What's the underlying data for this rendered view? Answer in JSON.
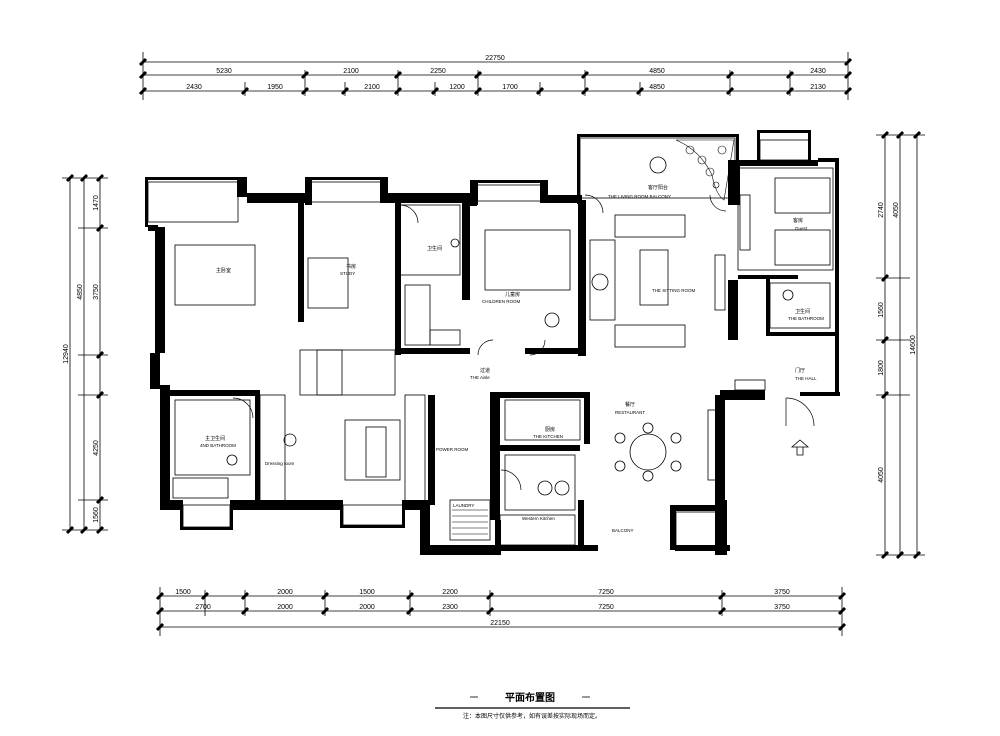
{
  "dimensions": {
    "top_total": "22750",
    "top_row1": [
      "5230",
      "2100",
      "2250",
      "4850",
      "2430"
    ],
    "top_row2": [
      "2430",
      "1950",
      "2100",
      "1200",
      "1700",
      "4850",
      "2130"
    ],
    "bottom_row1": [
      "1500",
      "2000",
      "1500",
      "2200",
      "7250",
      "3750"
    ],
    "bottom_row2": [
      "2700",
      "2000",
      "2000",
      "2300",
      "7250",
      "3750"
    ],
    "bottom_total": "22150",
    "left_total": "12940",
    "left_parts": [
      "1470",
      "3750",
      "4850",
      "4250",
      "1560"
    ],
    "right_total": "14600",
    "right_parts": [
      "2740",
      "4050",
      "1560",
      "1800",
      "4050"
    ]
  },
  "rooms": {
    "master_bedroom": "主卧室",
    "study": "书房",
    "study_en": "STUDY",
    "children_room": "CHILDREN ROOM",
    "children_room_cn": "儿童房",
    "bathroom1": "卫生间",
    "living_balcony": "THE LIVING ROOM BALCONY",
    "living_balcony_cn": "客厅阳台",
    "sitting_room": "THE SITTING ROOM",
    "guest": "Guest",
    "guest_cn": "客房",
    "bathroom_guest": "THE BATHROOM",
    "bathroom_guest_cn": "卫生间",
    "hall": "THE HALL",
    "hall_cn": "门厅",
    "aisle": "THE Aisle",
    "aisle_cn": "过道",
    "master_bath": "4ND BATHROOM",
    "master_bath_cn": "主卫生间",
    "dressing": "Dressing room",
    "kitchen": "THE KITCHEN",
    "kitchen_cn": "厨房",
    "restaurant": "RESTAURANT",
    "restaurant_cn": "餐厅",
    "laundry": "LAUNDRY",
    "western_kitchen": "Western Kitchen",
    "balcony": "BALCONY",
    "power_room": "POWER ROOM"
  },
  "title": "平面布置图",
  "note": "注：本图尺寸仅供参考，如有误差按实际现场而定。",
  "colors": {
    "ink": "#000000",
    "bg": "#ffffff"
  }
}
